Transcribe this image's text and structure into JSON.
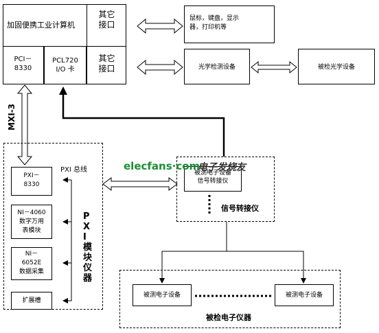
{
  "computer": {
    "name": "加固便携工业计算机",
    "other_port_1": [
      "其它",
      "接口"
    ],
    "other_port_2": [
      "其它",
      "接口"
    ],
    "pci_8330": [
      "PCI－",
      "8330"
    ],
    "pcl720": [
      "PCL720",
      "I/O 卡"
    ]
  },
  "peripherals": [
    "鼠标，键盘，显示",
    "器，打印机等"
  ],
  "optical_device": "光学检测设备",
  "optical_target": "被检光学设备",
  "mxi_label": "MXI-3",
  "pxi": {
    "bus_label": "PXI 总线",
    "module_title": "PXI 模块仪器",
    "modules": [
      [
        "PXI－",
        "8330"
      ],
      [
        "NI－4060",
        "数字万用",
        "表模块"
      ],
      [
        "NI－",
        "6052E",
        "数据采集"
      ],
      [
        "扩展槽"
      ]
    ]
  },
  "signal_adapter": {
    "inner": [
      "被测电子设备",
      "信号转接仪"
    ],
    "title": "信号转接仪"
  },
  "watermark": {
    "site": "elecfans·com",
    "cn": "电子发烧友"
  },
  "dut": {
    "left": "被测电子设备",
    "right": "被测电子设备",
    "title": "被检电子仪器"
  }
}
